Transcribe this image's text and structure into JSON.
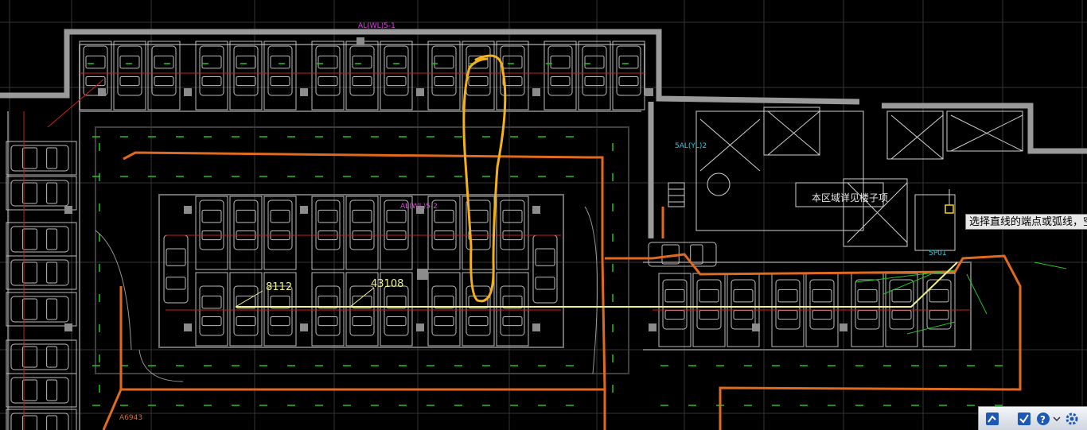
{
  "drawing": {
    "labels": {
      "top_tag": "AL(WL)5-1",
      "center_tag": "AL(WL)5-2",
      "lane_value_left": "8112",
      "lane_value_mid": "43108",
      "east_tag": "5AL(YL)2",
      "room_label": "本区域详见楼子项",
      "cabinet_tag": "5P01",
      "corner_tag": "A6943"
    },
    "colors": {
      "grid": "#5a5a5a",
      "wall": "#9a9a9a",
      "cable": "#e06a1e",
      "light": "#22c222",
      "red_line": "#c82020",
      "measure": "#f0f08a",
      "markup": "#f3b21a",
      "magenta": "#e040e0",
      "cyan": "#38c8e0"
    }
  },
  "prompt": {
    "text": "选择直线的端点或弧线，空格"
  },
  "tray": {
    "icons": [
      "dashboard-icon",
      "check-icon",
      "help-icon",
      "gear-icon"
    ]
  }
}
